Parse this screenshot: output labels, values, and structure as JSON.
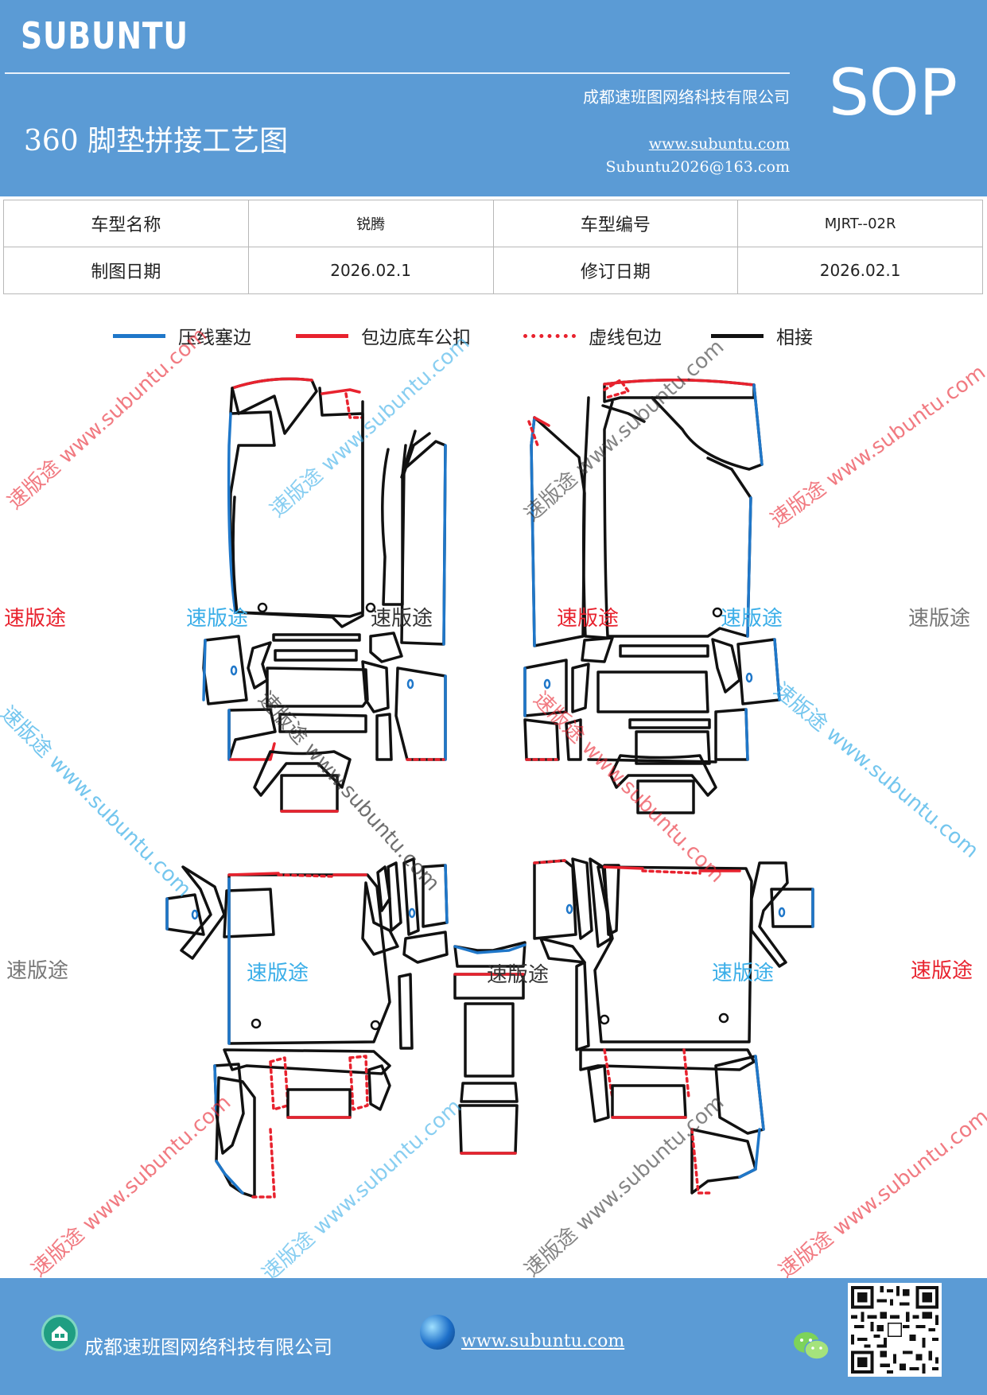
{
  "header": {
    "brand": "SUBUNTU",
    "title": "360 脚垫拼接工艺图",
    "company": "成都速班图网络科技有限公司",
    "website": "www.subuntu.com",
    "email": "Subuntu2026@163.com",
    "badge": "SOP"
  },
  "info_table": {
    "row1": {
      "label1": "车型名称",
      "value1": "锐腾",
      "label2": "车型编号",
      "value2": "MJRT--02R"
    },
    "row2": {
      "label1": "制图日期",
      "value1": "2026.02.1",
      "label2": "修订日期",
      "value2": "2026.02.1"
    }
  },
  "legend": [
    {
      "label": "压线塞边",
      "color": "#1f77c9",
      "style": "solid"
    },
    {
      "label": "包边底车公扣",
      "color": "#e8222e",
      "style": "solid"
    },
    {
      "label": "虚线包边",
      "color": "#e8222e",
      "style": "dotted"
    },
    {
      "label": "相接",
      "color": "#111111",
      "style": "solid"
    }
  ],
  "watermarks": {
    "brand_cn": "速版途",
    "url": "www.subuntu.com",
    "diag": "速版途 www.subuntu.com"
  },
  "footer": {
    "company": "成都速班图网络科技有限公司",
    "website": "www.subuntu.com"
  },
  "colors": {
    "header_bg": "#5b9bd5",
    "blue_edge": "#1f77c9",
    "red_edge": "#e8222e",
    "black_edge": "#111111"
  }
}
